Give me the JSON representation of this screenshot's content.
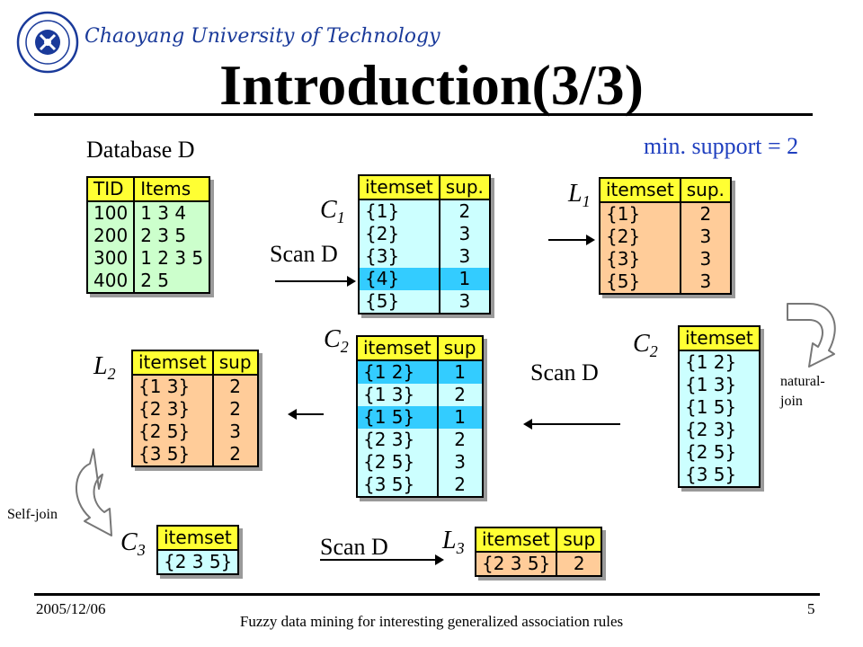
{
  "header": {
    "university": "Chaoyang University of Technology",
    "title": "Introduction(3/3)",
    "min_support": "min. support = 2"
  },
  "labels": {
    "database": "Database D",
    "scan_1": "Scan D",
    "scan_2": "Scan D",
    "scan_3": "Scan D",
    "natural_join": "natural-",
    "natural_join_2": "join",
    "self_join": "Self-join",
    "c1": {
      "main": "C",
      "sub": "1"
    },
    "l1": {
      "main": "L",
      "sub": "1"
    },
    "c2a": {
      "main": "C",
      "sub": "2"
    },
    "c2b": {
      "main": "C",
      "sub": "2"
    },
    "l2": {
      "main": "L",
      "sub": "2"
    },
    "c3": {
      "main": "C",
      "sub": "3"
    },
    "l3": {
      "main": "L",
      "sub": "3"
    }
  },
  "tables": {
    "database": {
      "headers": [
        "TID",
        "Items"
      ],
      "rows": [
        [
          "100",
          "1 3 4"
        ],
        [
          "200",
          "2 3 5"
        ],
        [
          "300",
          "1 2 3 5"
        ],
        [
          "400",
          "2 5"
        ]
      ]
    },
    "c1": {
      "headers": [
        "itemset",
        "sup."
      ],
      "rows": [
        [
          "{1}",
          "2"
        ],
        [
          "{2}",
          "3"
        ],
        [
          "{3}",
          "3"
        ],
        [
          "{4}",
          "1"
        ],
        [
          "{5}",
          "3"
        ]
      ],
      "highlight": [
        3
      ]
    },
    "l1": {
      "headers": [
        "itemset",
        "sup."
      ],
      "rows": [
        [
          "{1}",
          "2"
        ],
        [
          "{2}",
          "3"
        ],
        [
          "{3}",
          "3"
        ],
        [
          "{5}",
          "3"
        ]
      ]
    },
    "c2_join": {
      "headers": [
        "itemset"
      ],
      "rows": [
        [
          "{1 2}"
        ],
        [
          "{1 3}"
        ],
        [
          "{1 5}"
        ],
        [
          "{2 3}"
        ],
        [
          "{2 5}"
        ],
        [
          "{3 5}"
        ]
      ]
    },
    "c2_count": {
      "headers": [
        "itemset",
        "sup"
      ],
      "rows": [
        [
          "{1 2}",
          "1"
        ],
        [
          "{1 3}",
          "2"
        ],
        [
          "{1 5}",
          "1"
        ],
        [
          "{2 3}",
          "2"
        ],
        [
          "{2 5}",
          "3"
        ],
        [
          "{3 5}",
          "2"
        ]
      ],
      "highlight": [
        0,
        2
      ]
    },
    "l2": {
      "headers": [
        "itemset",
        "sup"
      ],
      "rows": [
        [
          "{1 3}",
          "2"
        ],
        [
          "{2 3}",
          "2"
        ],
        [
          "{2 5}",
          "3"
        ],
        [
          "{3 5}",
          "2"
        ]
      ]
    },
    "c3": {
      "headers": [
        "itemset"
      ],
      "rows": [
        [
          "{2 3 5}"
        ]
      ]
    },
    "l3": {
      "headers": [
        "itemset",
        "sup"
      ],
      "rows": [
        [
          "{2 3 5}",
          "2"
        ]
      ]
    }
  },
  "footer": {
    "date": "2005/12/06",
    "course": "Fuzzy data mining for interesting generalized association rules",
    "page": "5"
  },
  "colors": {
    "header_yellow": "#ffff33",
    "database_green": "#ccffcc",
    "candidate_cyan": "#ccffff",
    "highlight_blue": "#33ccff",
    "large_peach": "#ffcc99",
    "accent_blue": "#1f3fbf"
  }
}
